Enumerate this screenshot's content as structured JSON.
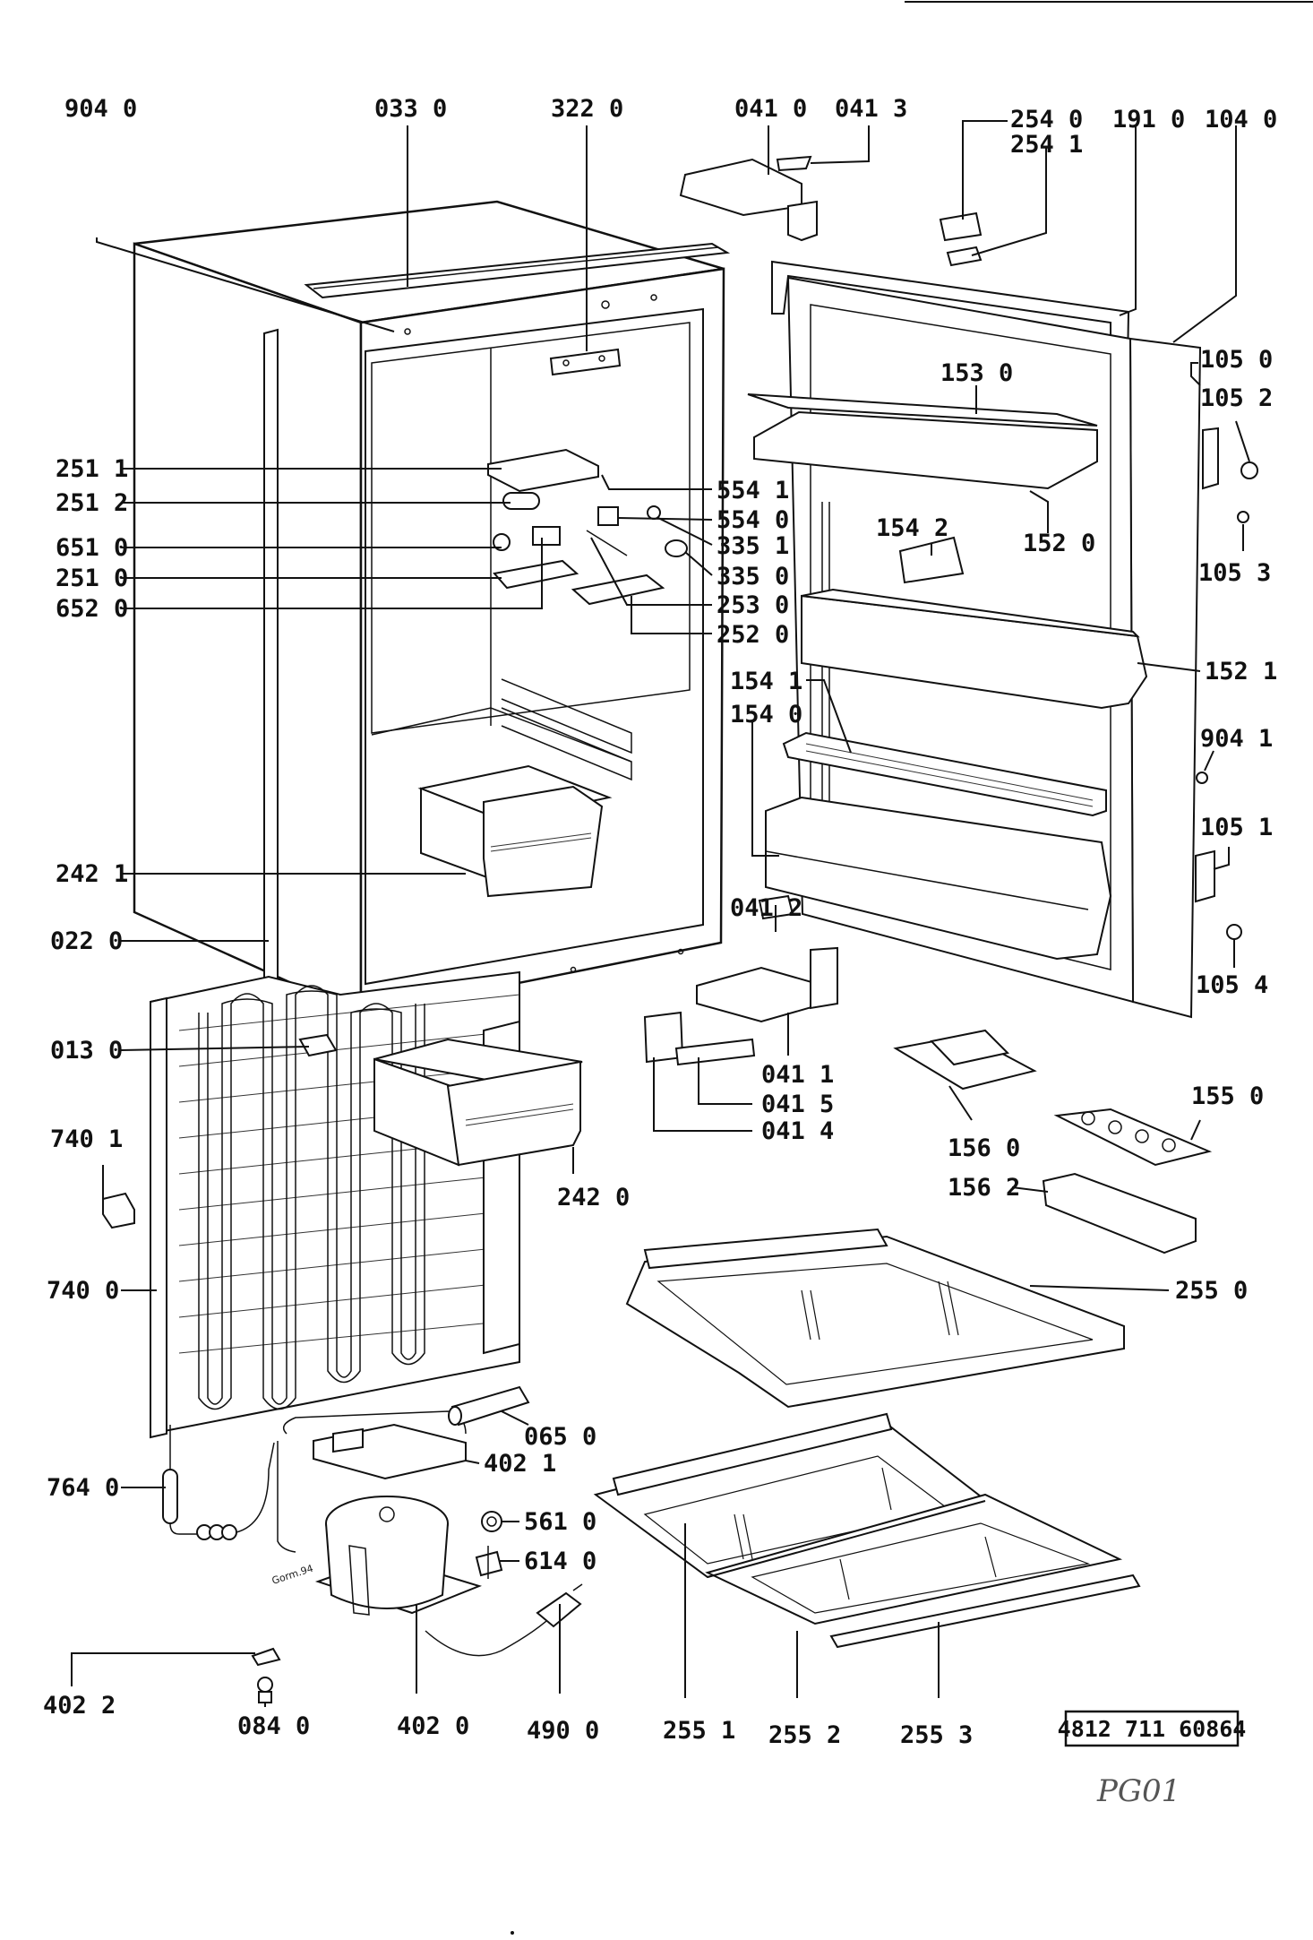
{
  "doc_number": "4812 711 60864",
  "handwritten_note": "PG01",
  "compressor_marking": "Gorm.94",
  "parts": [
    {
      "id": "p9040",
      "label": "904 0"
    },
    {
      "id": "p0330",
      "label": "033 0"
    },
    {
      "id": "p3220",
      "label": "322 0"
    },
    {
      "id": "p0410",
      "label": "041 0"
    },
    {
      "id": "p0413",
      "label": "041 3"
    },
    {
      "id": "p2540",
      "label": "254 0"
    },
    {
      "id": "p2541",
      "label": "254 1"
    },
    {
      "id": "p1910",
      "label": "191 0"
    },
    {
      "id": "p1040",
      "label": "104 0"
    },
    {
      "id": "p1050",
      "label": "105 0"
    },
    {
      "id": "p1052",
      "label": "105 2"
    },
    {
      "id": "p1053",
      "label": "105 3"
    },
    {
      "id": "p1530",
      "label": "153 0"
    },
    {
      "id": "p1520",
      "label": "152 0"
    },
    {
      "id": "p2511",
      "label": "251 1"
    },
    {
      "id": "p2512",
      "label": "251 2"
    },
    {
      "id": "p6510",
      "label": "651 0"
    },
    {
      "id": "p2510",
      "label": "251 0"
    },
    {
      "id": "p6520",
      "label": "652 0"
    },
    {
      "id": "p5541",
      "label": "554 1"
    },
    {
      "id": "p5540",
      "label": "554 0"
    },
    {
      "id": "p3351",
      "label": "335 1"
    },
    {
      "id": "p3350",
      "label": "335 0"
    },
    {
      "id": "p2530",
      "label": "253 0"
    },
    {
      "id": "p2520",
      "label": "252 0"
    },
    {
      "id": "p1542",
      "label": "154 2"
    },
    {
      "id": "p1521",
      "label": "152 1"
    },
    {
      "id": "p1541",
      "label": "154 1"
    },
    {
      "id": "p1540",
      "label": "154 0"
    },
    {
      "id": "p9041",
      "label": "904 1"
    },
    {
      "id": "p1051",
      "label": "105 1"
    },
    {
      "id": "p1054",
      "label": "105 4"
    },
    {
      "id": "p2421",
      "label": "242 1"
    },
    {
      "id": "p0220",
      "label": "022 0"
    },
    {
      "id": "p0412",
      "label": "041 2"
    },
    {
      "id": "p0130",
      "label": "013 0"
    },
    {
      "id": "p0411",
      "label": "041 1"
    },
    {
      "id": "p0415",
      "label": "041 5"
    },
    {
      "id": "p0414",
      "label": "041 4"
    },
    {
      "id": "p1560",
      "label": "156 0"
    },
    {
      "id": "p1550",
      "label": "155 0"
    },
    {
      "id": "p1562",
      "label": "156 2"
    },
    {
      "id": "p7401",
      "label": "740 1"
    },
    {
      "id": "p2420",
      "label": "242 0"
    },
    {
      "id": "p7400",
      "label": "740 0"
    },
    {
      "id": "p2550",
      "label": "255 0"
    },
    {
      "id": "p0650",
      "label": "065 0"
    },
    {
      "id": "p4021",
      "label": "402 1"
    },
    {
      "id": "p7640",
      "label": "764 0"
    },
    {
      "id": "p5610",
      "label": "561 0"
    },
    {
      "id": "p6140",
      "label": "614 0"
    },
    {
      "id": "p4022",
      "label": "402 2"
    },
    {
      "id": "p0840",
      "label": "084 0"
    },
    {
      "id": "p4020",
      "label": "402 0"
    },
    {
      "id": "p4900",
      "label": "490 0"
    },
    {
      "id": "p2551",
      "label": "255 1"
    },
    {
      "id": "p2552",
      "label": "255 2"
    },
    {
      "id": "p2553",
      "label": "255 3"
    }
  ]
}
